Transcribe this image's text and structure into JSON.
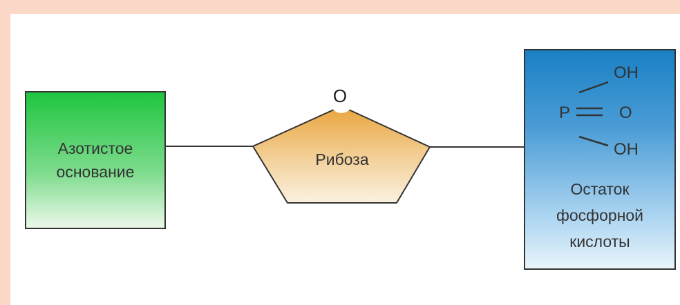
{
  "diagram": {
    "base_label_line1": "Азотистое",
    "base_label_line2": "основание",
    "sugar_label": "Рибоза",
    "ring_oxygen": "O",
    "acid": {
      "p_symbol": "P",
      "oh_top": "OH",
      "o_mid": "O",
      "oh_bottom": "OH",
      "label_line1": "Остаток",
      "label_line2": "фосфорной",
      "label_line3": "кислоты"
    }
  },
  "colors": {
    "background": "#fbd7c8",
    "base_fill": "#1fc540",
    "sugar_fill": "#e9a43c",
    "acid_fill": "#1a80c4",
    "outline": "#333333"
  }
}
